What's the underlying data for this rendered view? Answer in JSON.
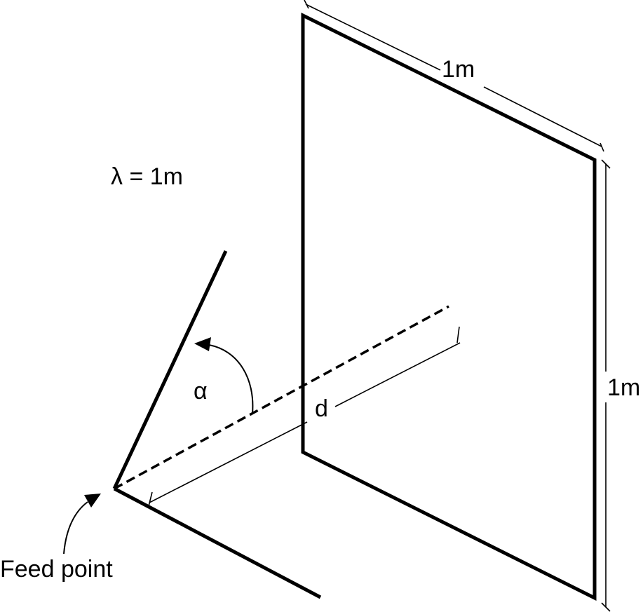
{
  "diagram": {
    "wavelength_label": "λ = 1m",
    "plate_width_label": "1m",
    "plate_height_label": "1m",
    "distance_label": "d",
    "angle_label": "α",
    "feed_label": "Feed point"
  },
  "colors": {
    "ink": "#000000",
    "background": "#ffffff"
  }
}
